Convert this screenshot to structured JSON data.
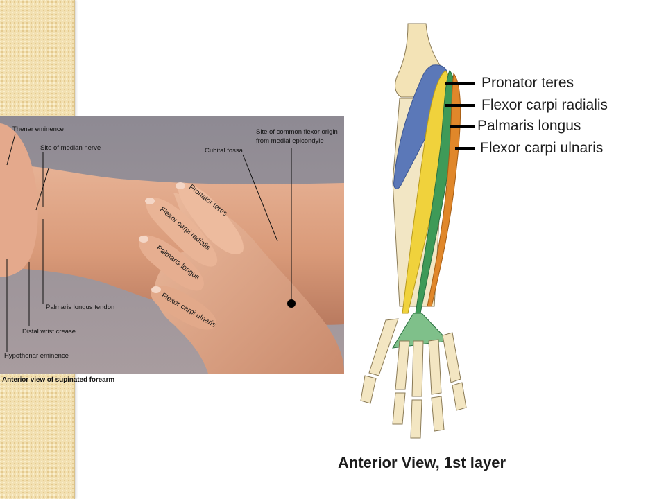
{
  "photo": {
    "caption": "Anterior view of supinated forearm",
    "labels": {
      "thenar": "Thenar eminence",
      "median": "Site of median nerve",
      "cubital": "Cubital fossa",
      "common_flexor_1": "Site of common flexor origin",
      "common_flexor_2": "from medial epicondyle",
      "palmaris_tendon": "Palmaris longus tendon",
      "distal_crease": "Distal wrist crease",
      "hypothenar": "Hypothenar eminence"
    },
    "finger_labels": {
      "pronator": "Pronator teres",
      "fcr": "Flexor carpi radialis",
      "pl": "Palmaris longus",
      "fcu": "Flexor carpi ulnaris"
    }
  },
  "anatomy": {
    "caption": "Anterior View, 1st layer",
    "labels": {
      "pronator": "Pronator teres",
      "fcr": "Flexor carpi radialis",
      "pl": "Palmaris longus",
      "fcu": "Flexor carpi ulnaris"
    },
    "colors": {
      "pronator_teres": "#5b78b8",
      "flexor_carpi_radialis": "#f0d23c",
      "palmaris_longus": "#3e9a58",
      "flexor_carpi_ulnaris": "#e0872a",
      "bone": "#f3e3b6"
    }
  },
  "theme": {
    "sidebar_color": "#f2e0b2",
    "photo_background": "#9c9499"
  }
}
